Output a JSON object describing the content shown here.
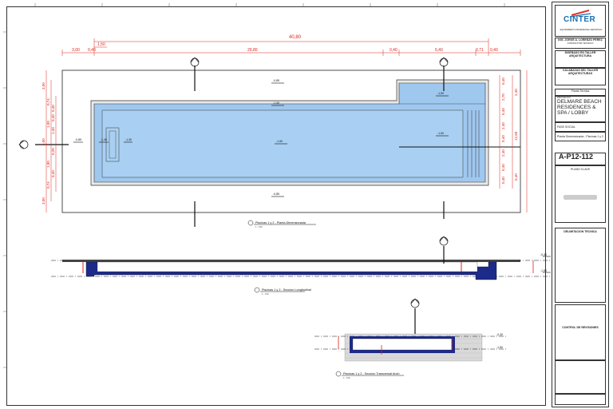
{
  "drawing": {
    "dims_top": [
      "40,80",
      "1,50",
      "3,00",
      "0,40",
      "29,80",
      "0,40",
      "6,40",
      "0,71",
      "0,40"
    ],
    "dims_left": [
      "3,00",
      "0,74",
      "0,40",
      "0,40",
      "1,00",
      "1,40",
      "5,00",
      "0,20",
      "1,80",
      "0,40",
      "0,74",
      "3,00"
    ],
    "dims_right": [
      "0,40",
      "2,70",
      "0,40",
      "2,40",
      "0,40",
      "2,40",
      "0,40",
      "12,60",
      "0,40",
      "2,40",
      "0,40"
    ],
    "levels": [
      "-0,85",
      "-1,40",
      "-1,50",
      "-1,40",
      "-0,85",
      "-1,30",
      "-0,85",
      "-1,50",
      "-1,50"
    ],
    "captions": [
      {
        "label": "Piscinas 1 y 2 - Planta Dimensionada",
        "scale": "1 : 150"
      },
      {
        "label": "Piscinas 1 y 2 - Seccion Longitudinal",
        "scale": "1 : 150"
      },
      {
        "label": "Piscinas 1 y 2 - Seccion Transversal Anch",
        "scale": "1 : 150"
      }
    ],
    "section_marks": [
      "-0,30",
      "-1,50",
      "-0,30",
      "-1,50"
    ]
  },
  "titleblock": {
    "logo": "CINTER",
    "logo_sub": "EQUIPAMIENTO PROFESIONAL DEPORTIVO",
    "client_line1": "ING. JORGE A. LORENZO PEREZ",
    "client_line2": "CONSULTOR TECNICO",
    "office_title": "DISEÑADO EN TALLER ARQUITECTURA",
    "office_title2": "CALABAZAS DEL TALLER ARQUITECTURAS",
    "sheet_type": "Planta Tecnica",
    "project_label": "PROYECTO",
    "project_name": "DELMARE BEACH RESIDENCES & SPA / LOBBY",
    "phase_label": "FASE SOCIAL",
    "sheet_title": "Planta Dimensionada - Piscinas 1 y 2",
    "sheet_code": "A-P12-112",
    "keyplan_label": "PLANO CLAVE",
    "tech_approval": "DELIMITACION TECNICA",
    "control_title": "CONTROL DE REVISIONES"
  },
  "colors": {
    "water": "#9fc8ef",
    "water_dark": "#6fa6dc",
    "dim_red": "#d9241c",
    "section_blue": "#1c2a8a",
    "logo_blue": "#1a6fb0",
    "logo_red": "#e0332b"
  }
}
